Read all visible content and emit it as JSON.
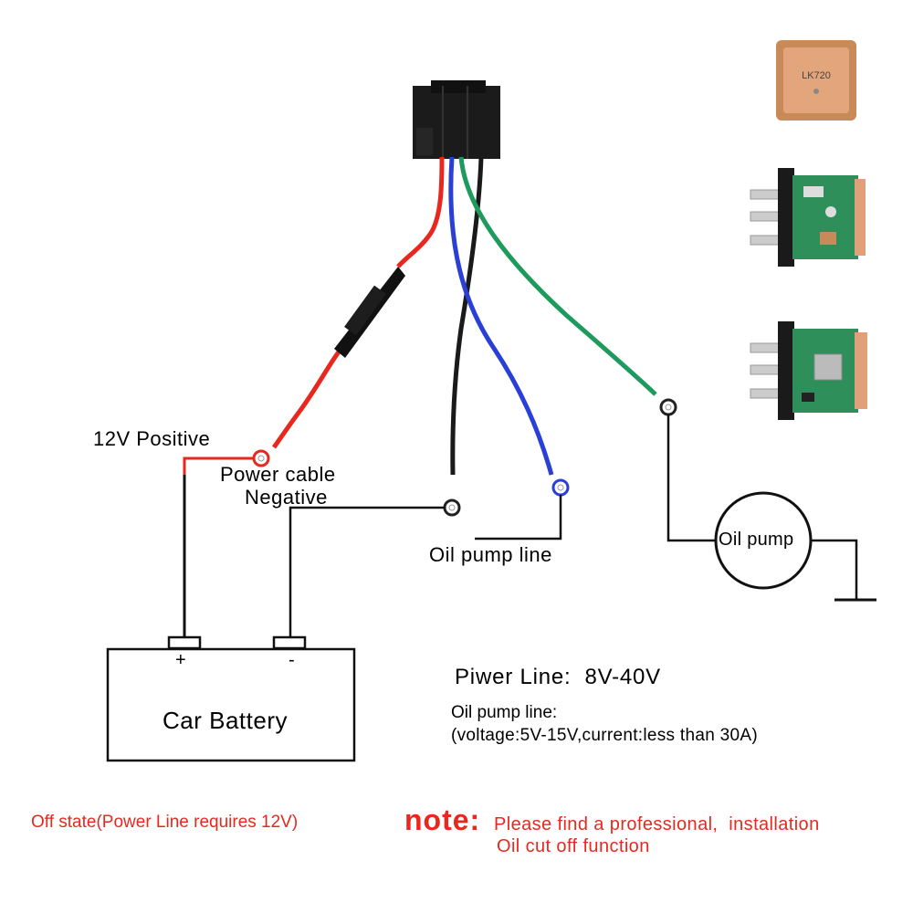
{
  "labels": {
    "positive": "12V Positive",
    "power_cable": "Power cable",
    "negative": "Negative",
    "oil_pump_line": "Oil pump line",
    "oil_pump": "Oil pump",
    "battery_title": "Car Battery",
    "battery_plus": "+",
    "battery_minus": "-"
  },
  "specs": {
    "power_line": "Piwer Line:  8V-40V",
    "oil_pump_line_title": "Oil pump line:",
    "oil_pump_line_detail": "(voltage:5V-15V,current:less than 30A)"
  },
  "footer": {
    "off_state": "Off state(Power Line requires 12V)",
    "note_label": "note:",
    "note_line1": "Please find a professional,  installation",
    "note_line2": "Oil cut off function"
  },
  "module": {
    "chip_text": "LK720"
  },
  "colors": {
    "red_wire": "#e8281e",
    "blue_wire": "#2a3fd6",
    "green_wire": "#1e9a5c",
    "black_wire": "#1a1a1a",
    "pcb_green": "#2f8f5a",
    "housing_orange": "#e2a07a",
    "note_red": "#e8281e"
  },
  "icons": [
    "relay-connector-icon",
    "fuse-icon",
    "ring-terminal-icon",
    "gps-antenna-icon",
    "relay-module-icon",
    "ground-symbol-icon"
  ]
}
